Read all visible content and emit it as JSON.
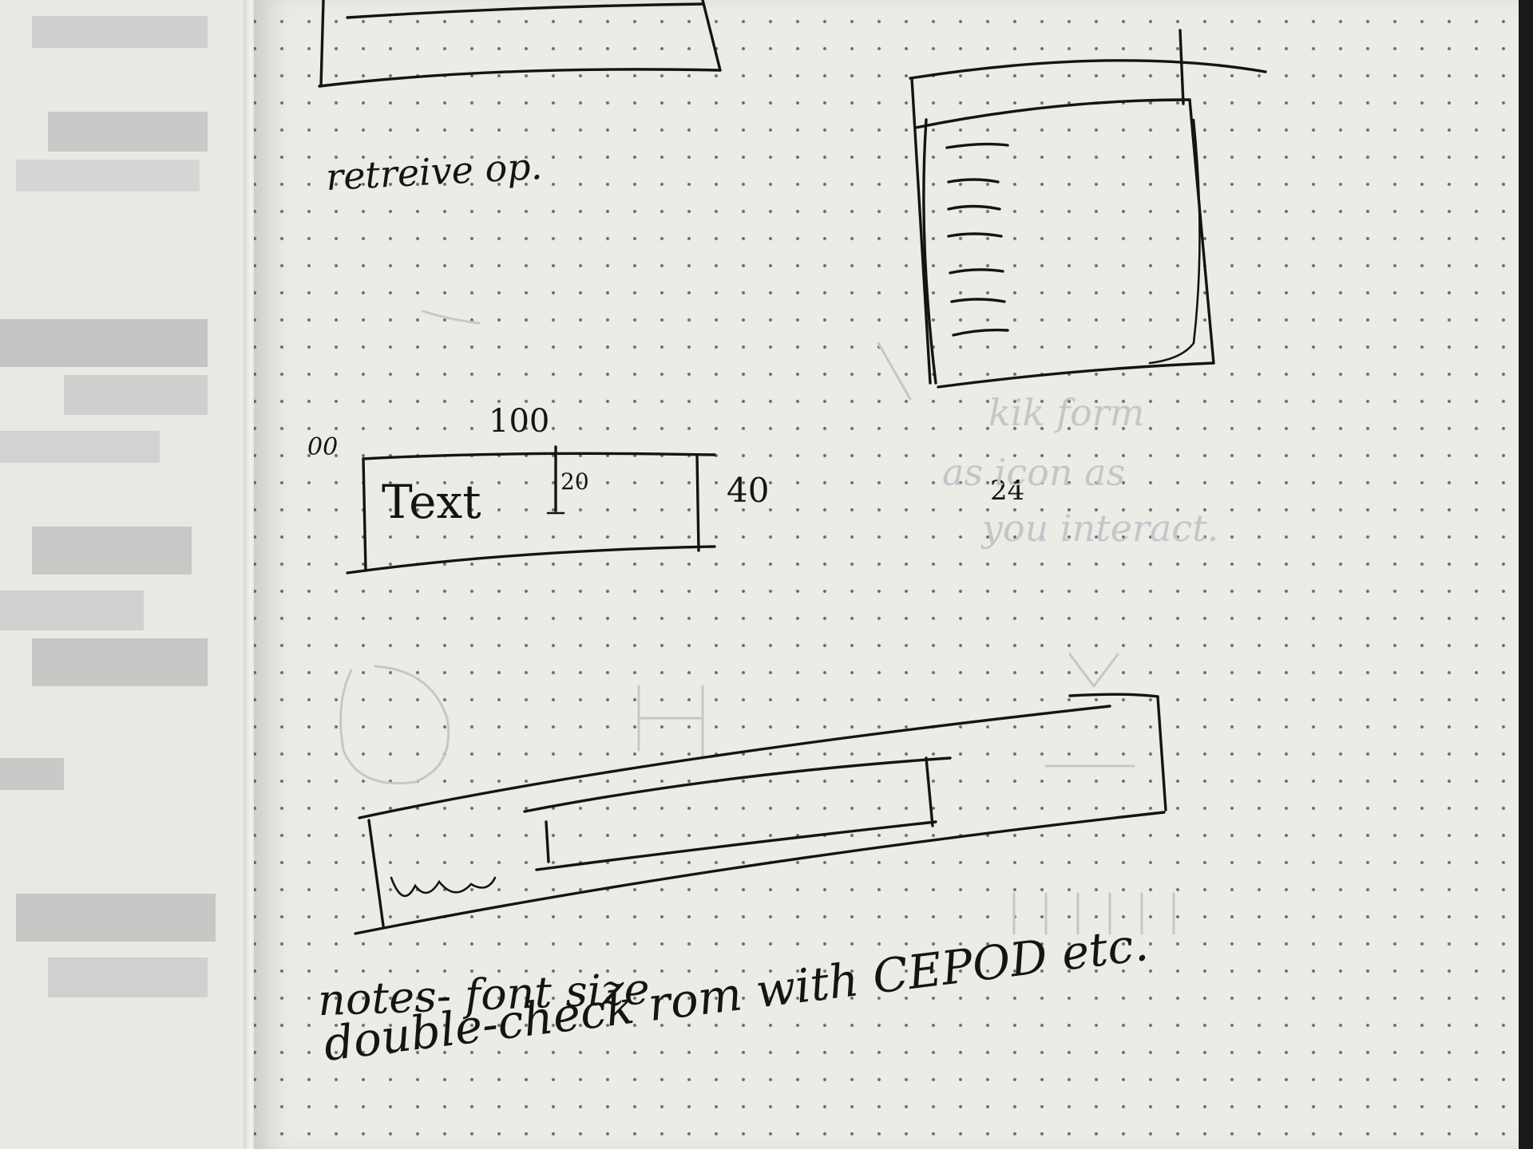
{
  "colors": {
    "paper": "#ecebe6",
    "ink": "#141414",
    "ghost_ink": "#c3c6c9",
    "dot_grid": "#6d6c68"
  },
  "notes": {
    "retrieve": "retreive op.",
    "dim_origin": "00",
    "dim_width": "100",
    "dim_text": "Text",
    "dim_inner": "20",
    "dim_height": "40",
    "dim_icon": "24",
    "font_size_note": "notes- font size",
    "double_check": "double-check rom with CEPOD etc."
  },
  "ghost_notes": {
    "line1": "kik form",
    "line2": "as icon as",
    "line3": "you interact."
  }
}
